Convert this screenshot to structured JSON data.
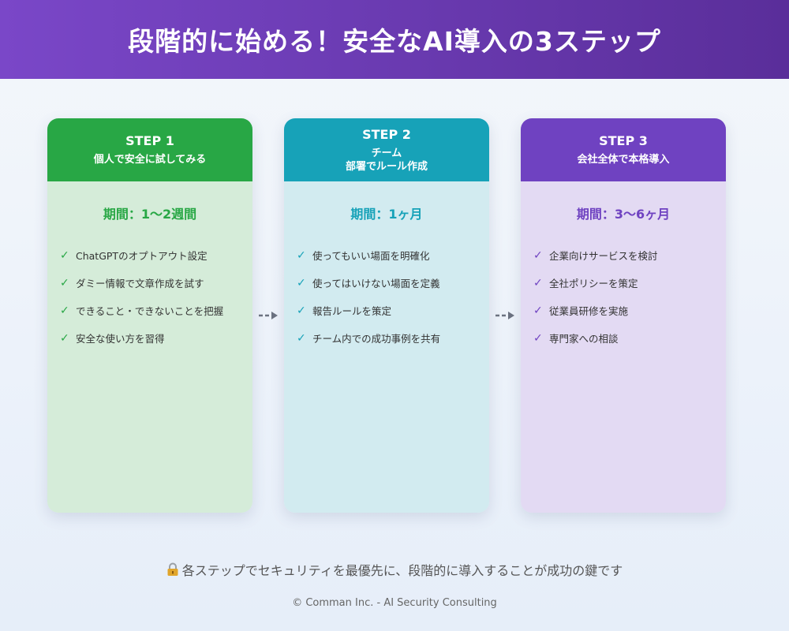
{
  "header": {
    "title": "段階的に始める！安全なAI導入の3ステップ"
  },
  "steps": [
    {
      "step": "STEP 1",
      "title": "個人で安全に試してみる",
      "period": "期間：1〜2週間",
      "items": [
        "ChatGPTのオプトアウト設定",
        "ダミー情報で文章作成を試す",
        "できること・できないことを把握",
        "安全な使い方を習得"
      ]
    },
    {
      "step": "STEP 2",
      "title": "チーム\n部署でルール作成",
      "period": "期間：1ヶ月",
      "items": [
        "使ってもいい場面を明確化",
        "使ってはいけない場面を定義",
        "報告ルールを策定",
        "チーム内での成功事例を共有"
      ]
    },
    {
      "step": "STEP 3",
      "title": "会社全体で本格導入",
      "period": "期間：3〜6ヶ月",
      "items": [
        "企業向けサービスを検討",
        "全社ポリシーを策定",
        "従業員研修を実施",
        "専門家への相談"
      ]
    }
  ],
  "check_glyph": "✓",
  "colors": {
    "step1": "#28a745",
    "step2": "#17a2b8",
    "step3": "#6f42c1",
    "header": "#6a3bb5"
  },
  "footer": {
    "icon": "lock-icon",
    "note": "各ステップでセキュリティを最優先に、段階的に導入することが成功の鍵です",
    "copyright": "© Comman Inc. - AI Security Consulting"
  }
}
